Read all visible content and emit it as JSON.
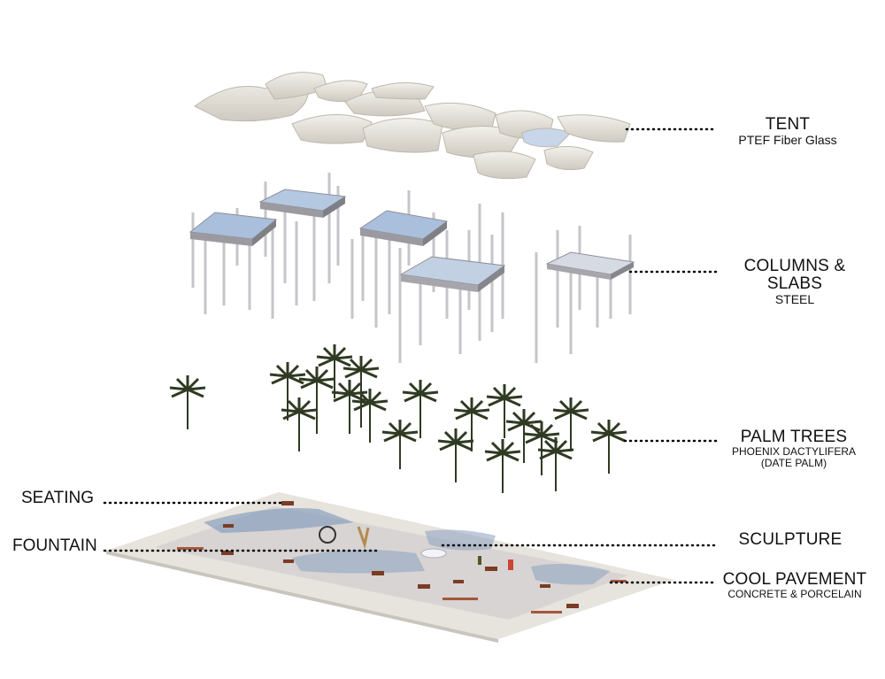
{
  "layers": [
    {
      "title": "TENT",
      "material": "PTEF Fiber Glass"
    },
    {
      "title": "COLUMNS & SLABS",
      "material": "STEEL"
    },
    {
      "title": "PALM TREES",
      "material": "PHOENIX DACTYLIFERA",
      "material_note": "(DATE PALM)"
    },
    {
      "title": "SCULPTURE"
    },
    {
      "title": "COOL PAVEMENT",
      "material": "CONCRETE & PORCELAIN"
    }
  ],
  "left_labels": [
    "SEATING",
    "FOUNTAIN"
  ],
  "colors": {
    "canopy": "#e9e6df",
    "slab_glass": "#a9bfdc",
    "column": "#c8c8cc",
    "palm": "#2f3a22",
    "pavement": "#e4e0da",
    "shadow": "#8aa0bf",
    "accent_brick": "#a4563c"
  }
}
